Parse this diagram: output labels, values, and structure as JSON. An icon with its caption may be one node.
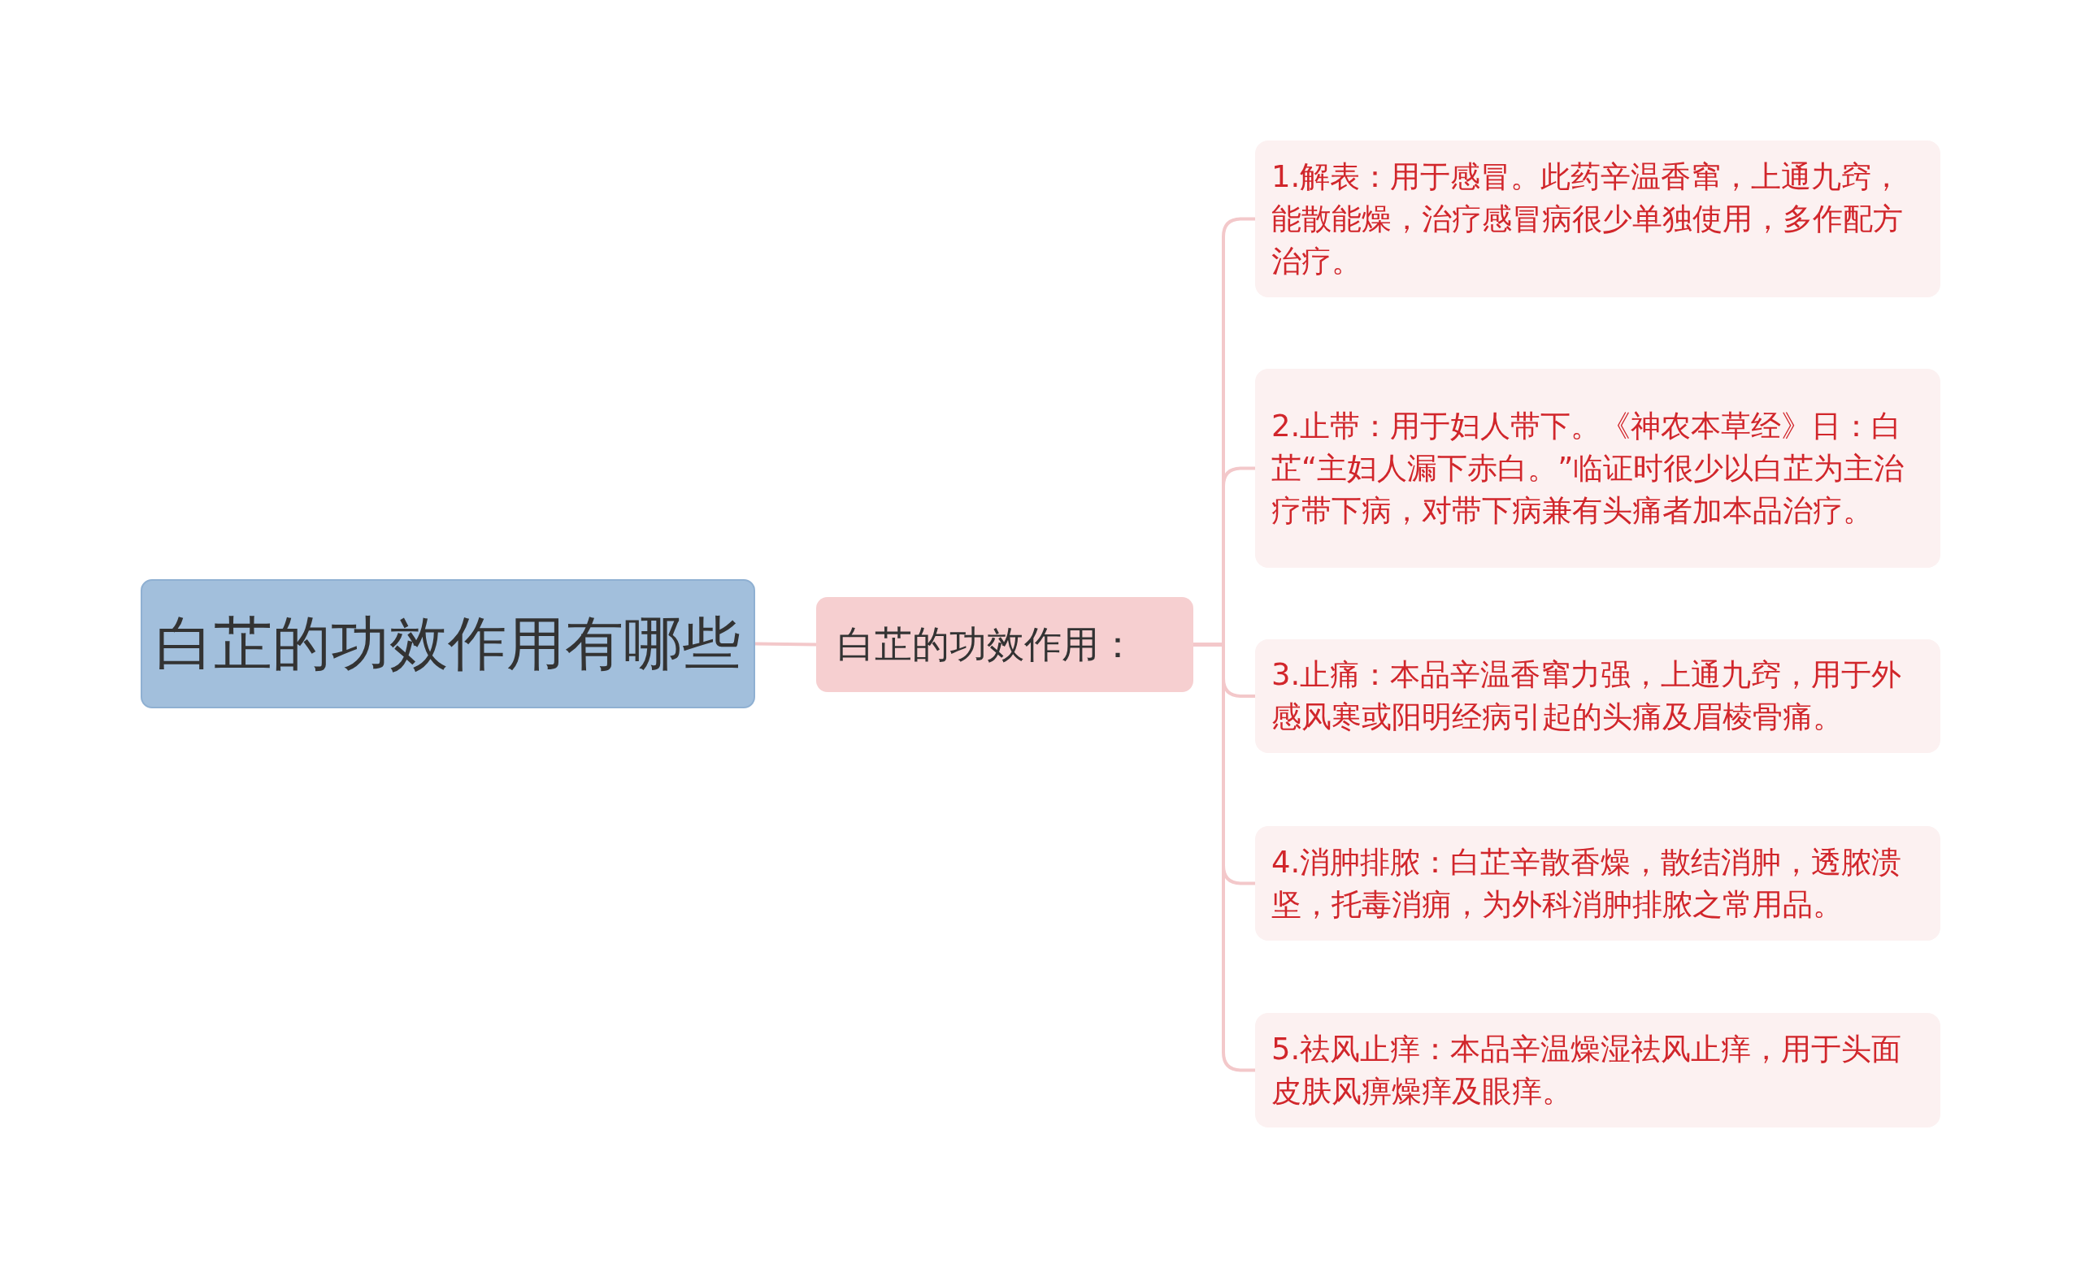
{
  "diagram": {
    "nodes": [
      {
        "text": [
          "白芷的功效作用有哪些"
        ]
      },
      {
        "text": [
          "白芷的功效作用："
        ]
      },
      {
        "text": [
          "1.解表：用于感冒。此药辛温香窜，上通九窍，能散能燥，治疗感冒病很少单独使用，多作配方治疗。"
        ]
      },
      {
        "text": [
          "2.止带：用于妇人带下。《神农本草经》日：白芷“主妇人漏下赤白。”临证时很少以白芷为主治疗带下病，对带下病兼有头痛者加本品治疗。"
        ]
      },
      {
        "text": [
          "3.止痛：本品辛温香窜力强，上通九窍，用于外感风寒或阳明经病引起的头痛及眉棱骨痛。"
        ]
      },
      {
        "text": [
          "4.消肿排脓：白芷辛散香燥，散结消肿，透脓溃坚，托毒消痈，为外科消肿排脓之常用品。"
        ]
      },
      {
        "text": [
          "5.祛风止痒：本品辛温燥湿祛风止痒，用于头面皮肤风痹燥痒及眼痒。"
        ]
      }
    ],
    "edges": [
      {
        "from": 0,
        "to": 1,
        "arrow": "none"
      },
      {
        "from": 1,
        "to": 2,
        "arrow": "none"
      },
      {
        "from": 1,
        "to": 3,
        "arrow": "none"
      },
      {
        "from": 1,
        "to": 4,
        "arrow": "none"
      },
      {
        "from": 1,
        "to": 5,
        "arrow": "none"
      },
      {
        "from": 1,
        "to": 6,
        "arrow": "none"
      }
    ]
  }
}
